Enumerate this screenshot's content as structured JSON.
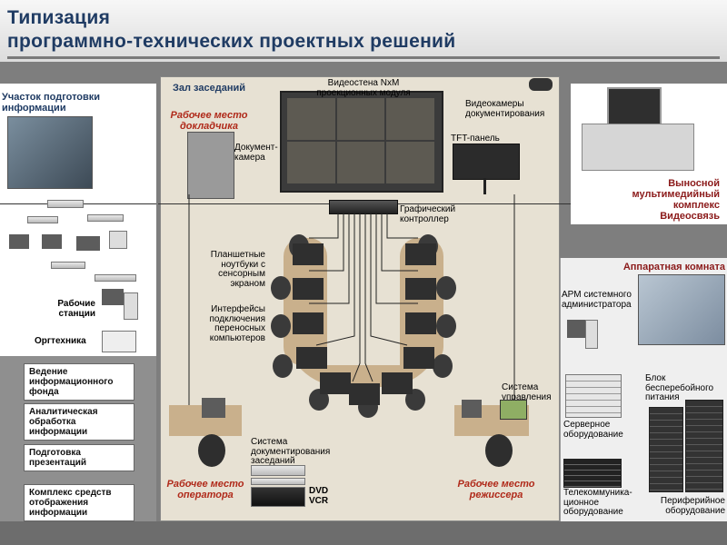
{
  "header": {
    "title_line1": "Типизация",
    "title_line2": "программно-технических проектных решений"
  },
  "left": {
    "section_title": "Участок подготовки информации",
    "workstations": "Рабочие станции",
    "office_equipment": "Оргтехника",
    "boxes": [
      "Ведение информационного фонда",
      "Аналитическая обработка информации",
      "Подготовка презентаций",
      "Комплекс средств отображения информации"
    ]
  },
  "hall": {
    "title": "Зал заседаний",
    "speaker_workplace": "Рабочее место докладчика",
    "document_camera": "Документ-камера",
    "videowall": "Видеостена NxM проекционных модуля",
    "doc_videocameras": "Видеокамеры документирования",
    "tft_panel": "TFT-панель",
    "graphic_controller": "Графический контроллер",
    "tablet_laptops": "Планшетные ноутбуки с сенсорным экраном",
    "laptop_interfaces": "Интерфейсы подключения переносных компьютеров",
    "control_system": "Система управления",
    "meeting_doc_system": "Система документирования заседаний",
    "dvd_vcr": "DVD VCR",
    "operator_workplace": "Рабочее место оператора",
    "director_workplace": "Рабочее место режиссера"
  },
  "right": {
    "remote_multimedia": "Выносной мультимедийный комплекс Видеосвязь",
    "apparatus_room": "Аппаратная комната",
    "admin_workstation": "АРМ системного администратора",
    "ups": "Блок бесперебойного питания",
    "server_equipment": "Серверное оборудование",
    "telecom_equipment": "Телекоммуника-ционное оборудование",
    "peripheral_equipment": "Периферийное оборудование"
  },
  "colors": {
    "title": "#1f3b63",
    "red_label": "#b02a1a",
    "dark_red": "#8b1a1a",
    "table": "#c9b08c",
    "background": "#7e7e7e"
  }
}
